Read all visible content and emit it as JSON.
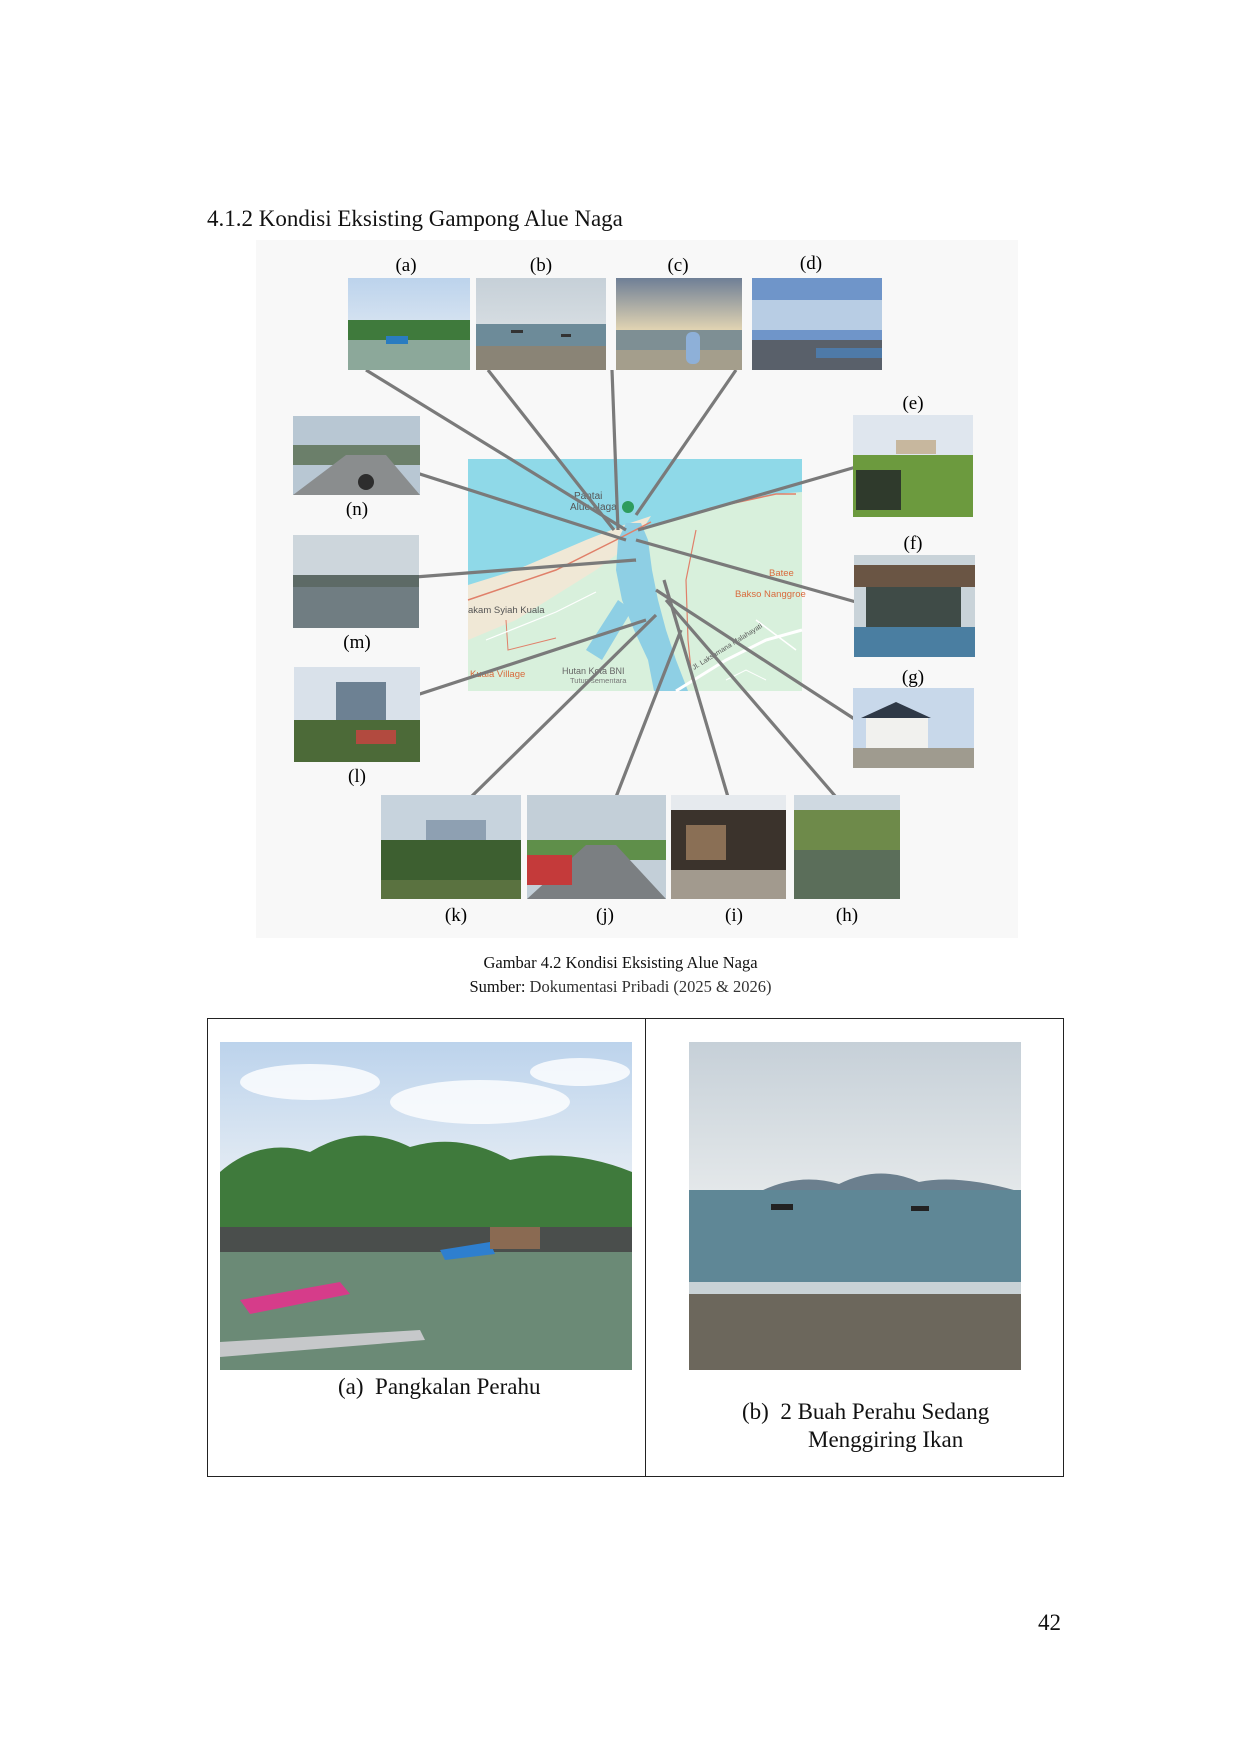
{
  "section_heading": "4.1.2 Kondisi Eksisting Gampong Alue Naga",
  "figure": {
    "map_labels": {
      "place_1": "Pantai",
      "place_2": "Alue Naga",
      "batee": "Batee",
      "bakso": "Bakso Nanggroe",
      "syiah": "akam Syiah Kuala",
      "kuala_village": "Kuala Village",
      "hutan_kota": "Hutan Kota BNI",
      "hutan_kota_status": "Tutup sementara",
      "road": "Jl. Laksamana Malahayati"
    },
    "photo_labels": {
      "a": "(a)",
      "b": "(b)",
      "c": "(c)",
      "d": "(d)",
      "e": "(e)",
      "f": "(f)",
      "g": "(g)",
      "h": "(h)",
      "i": "(i)",
      "j": "(j)",
      "k": "(k)",
      "l": "(l)",
      "m": "(m)",
      "n": "(n)"
    }
  },
  "caption": {
    "title": "Gambar 4.2 Kondisi Eksisting Alue Naga",
    "source_label": "Sumber:",
    "source_text": "Dokumentasi Pribadi (2025 & 2026)"
  },
  "table": {
    "left": {
      "marker": "(a)",
      "text": "Pangkalan Perahu"
    },
    "right": {
      "marker": "(b)",
      "line1": "2 Buah Perahu Sedang",
      "line2": "Menggiring Ikan"
    }
  },
  "page_number": "42"
}
